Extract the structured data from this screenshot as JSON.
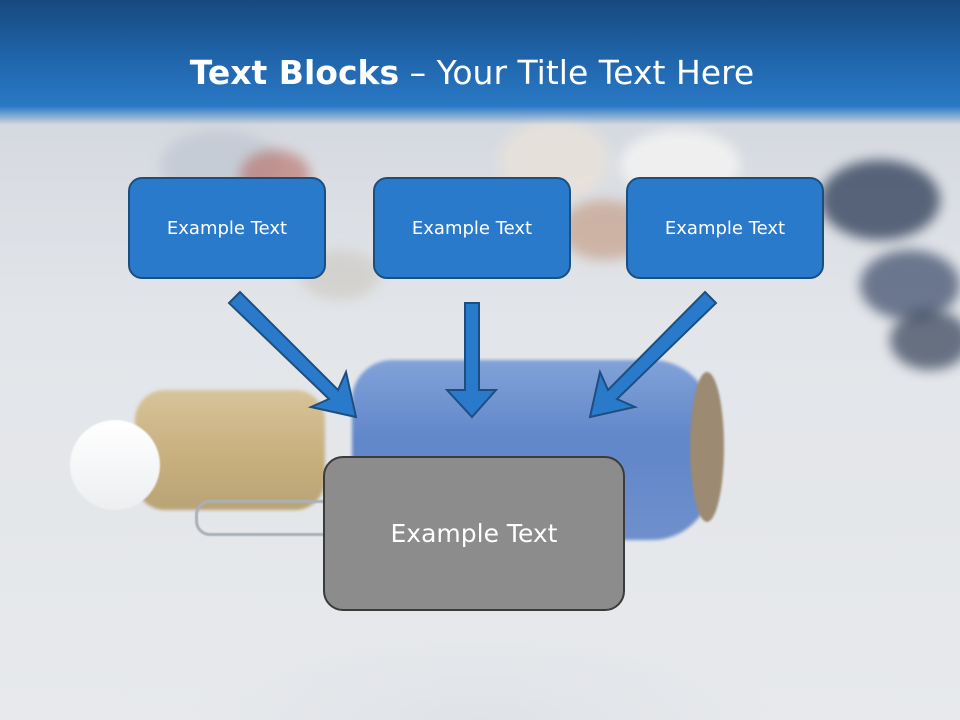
{
  "slide": {
    "title_bold": "Text Blocks",
    "title_separator": "–",
    "title_rest": "Your Title Text Here"
  },
  "diagram": {
    "sources": [
      {
        "label": "Example Text"
      },
      {
        "label": "Example Text"
      },
      {
        "label": "Example Text"
      }
    ],
    "target": {
      "label": "Example Text"
    }
  },
  "colors": {
    "header": "#1f64aa",
    "box_fill": "#2a7acb",
    "box_border": "#1c4f80",
    "target_fill": "#8c8c8c",
    "target_border": "#3b3b3b",
    "arrow": "#2a7acb"
  }
}
